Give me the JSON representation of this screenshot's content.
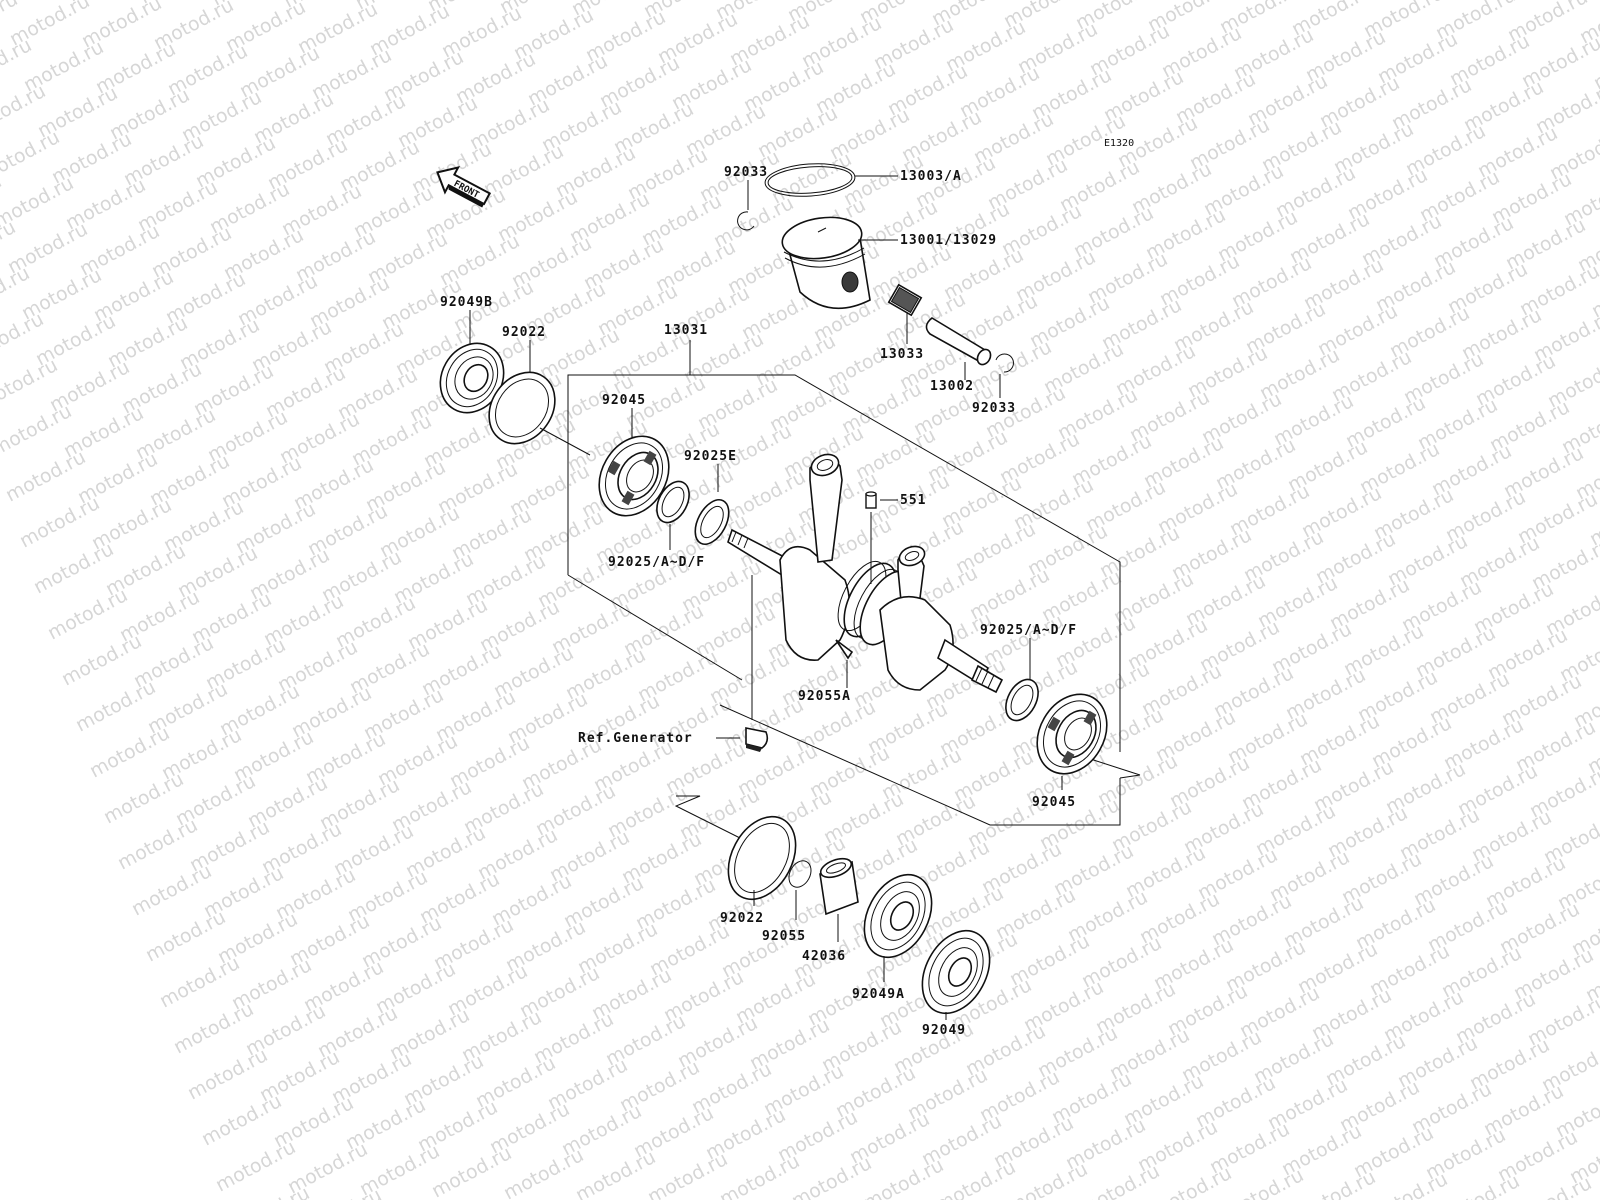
{
  "watermark": "motod.ru",
  "diagram_code": "E1320",
  "front_label": "FRONT",
  "labels": {
    "p13003a": "13003/A",
    "p92033_top": "92033",
    "p13001": "13001/13029",
    "p13033": "13033",
    "p13002": "13002",
    "p92033_right": "92033",
    "p92049b": "92049B",
    "p92022_top": "92022",
    "p13031": "13031",
    "p92045_top": "92045",
    "p92025e": "92025E",
    "p92025adf_left": "92025/A~D/F",
    "p551": "551",
    "p92025adf_right": "92025/A~D/F",
    "p92055a": "92055A",
    "ref_generator": "Ref.Generator",
    "p92045_bottom": "92045",
    "p92022_bottom": "92022",
    "p92055": "92055",
    "p42036": "42036",
    "p92049a": "92049A",
    "p92049": "92049"
  }
}
